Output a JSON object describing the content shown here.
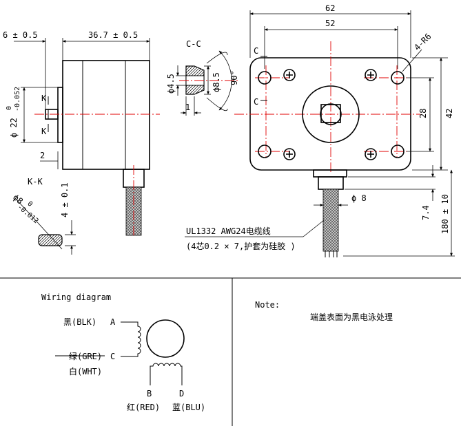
{
  "side_view": {
    "dim_shaft_len": "6 ± 0.5",
    "dim_body_len": "36.7 ± 0.5",
    "dim_shaft_dia": "ϕ 22",
    "dim_shaft_dia_tol_upper": "0",
    "dim_shaft_dia_tol_lower": "-0.052",
    "dim_boss": "2",
    "section_mark_upper": "K",
    "section_mark_lower": "K"
  },
  "section_kk": {
    "title": "K-K",
    "dia": "ϕ8",
    "tol_upper": "0",
    "tol_lower": "-0.012",
    "flat": "4 ± 0.1"
  },
  "section_cc": {
    "title": "C-C",
    "dia_small": "ϕ4.5",
    "dia_large": "ϕ8.5",
    "angle": "90°",
    "depth": "1"
  },
  "front_view": {
    "width_total": "62",
    "hole_pitch_x": "52",
    "corner_holes": "4-R6",
    "height": "42",
    "hole_pitch_y": "28",
    "cable_dia": "ϕ 8",
    "cable_offset": "7.4",
    "cable_len": "180 ± 10",
    "section_c_upper": "C",
    "section_c_lower": "C"
  },
  "cable_note": {
    "line1": "UL1332  AWG24电缆线",
    "line2": "(4芯0.2 × 7,护套为硅胶 )"
  },
  "wiring": {
    "title": "Wiring diagram",
    "a_label": "黑(BLK)",
    "a_letter": "A",
    "c_label": "绿(GRE)",
    "c_letter": "C",
    "c_label2": "白(WHT)",
    "b_letter": "B",
    "d_letter": "D",
    "b_label": "红(RED)",
    "d_label": "蓝(BLU)"
  },
  "note": {
    "label": "Note:",
    "text": "端盖表面为黑电泳处理"
  }
}
